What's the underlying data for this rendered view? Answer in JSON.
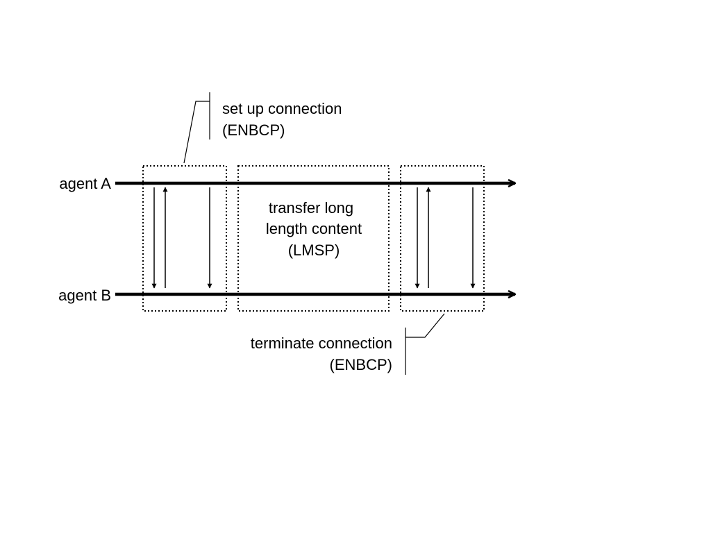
{
  "agents": {
    "a_label": "agent A",
    "b_label": "agent B"
  },
  "phases": {
    "setup": {
      "line1": "set up connection",
      "line2": "(ENBCP)"
    },
    "transfer": {
      "line1": "transfer long",
      "line2": "length content",
      "line3": "(LMSP)"
    },
    "terminate": {
      "line1": "terminate connection",
      "line2": "(ENBCP)"
    }
  },
  "colors": {
    "stroke": "#000000",
    "background": "#ffffff"
  }
}
